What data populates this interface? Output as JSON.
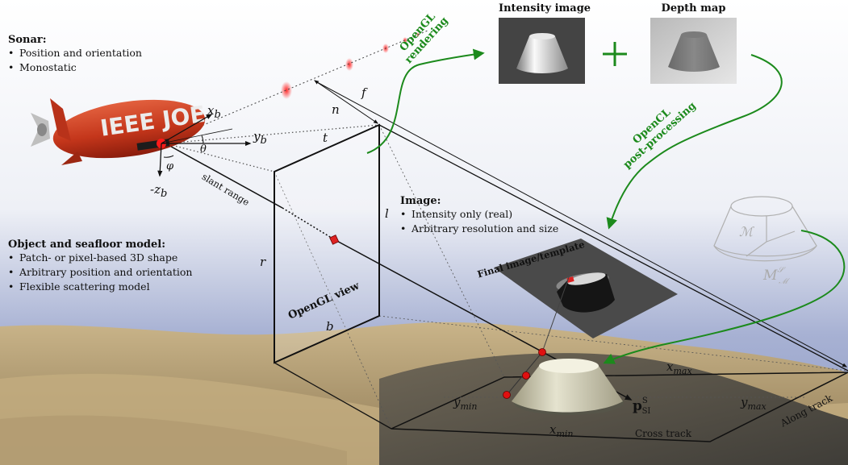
{
  "sonar": {
    "title": "Sonar",
    "bullets": [
      "Position and orientation",
      "Monostatic"
    ]
  },
  "object_model": {
    "title": "Object and seafloor model",
    "bullets": [
      "Patch- or pixel-based 3D shape",
      "Arbitrary position and orientation",
      "Flexible scattering model"
    ]
  },
  "image_block": {
    "title": "Image",
    "bullets": [
      "Intensity only (real)",
      "Arbitrary resolution and size"
    ]
  },
  "headings": {
    "intensity": "Intensity image",
    "depth": "Depth map",
    "plus": "+"
  },
  "arrows": {
    "opengl": [
      "OpenGL",
      "rendering"
    ],
    "opencl": [
      "OpenCL",
      "post-processing"
    ]
  },
  "labels": {
    "final_image": "Final image/template",
    "opengl_view": "OpenGL view",
    "slant_range": "slant range",
    "cross_track": "Cross track",
    "along_track": "Along track",
    "airship_text": "IEEE JOE"
  },
  "symbols": {
    "xb": "x",
    "xb_sub": "b",
    "yb": "y",
    "yb_sub": "b",
    "zb": "-z",
    "zb_sub": "b",
    "theta": "θ",
    "phi": "φ",
    "n": "n",
    "f": "f",
    "t": "t",
    "l": "l",
    "r": "r",
    "b": "b",
    "xmax": "x",
    "xmax_sub": "max",
    "xmin": "x",
    "xmin_sub": "min",
    "ymin": "y",
    "ymin_sub": "min",
    "ymax": "y",
    "ymax_sub": "max",
    "p": "p",
    "p_sup": "S",
    "p_sub": "SI",
    "M": "ℳ",
    "Mss": "M",
    "Mss_sup": "𝒮",
    "Mss_sub": "ℳ"
  },
  "colors": {
    "arrow_green": "#1c8a1c",
    "airship_red": "#c8341c",
    "marker_red": "#e01010",
    "sky_top": "#ffffff",
    "sky_bottom": "#9aa6cc",
    "sand": "#b8a27a"
  }
}
